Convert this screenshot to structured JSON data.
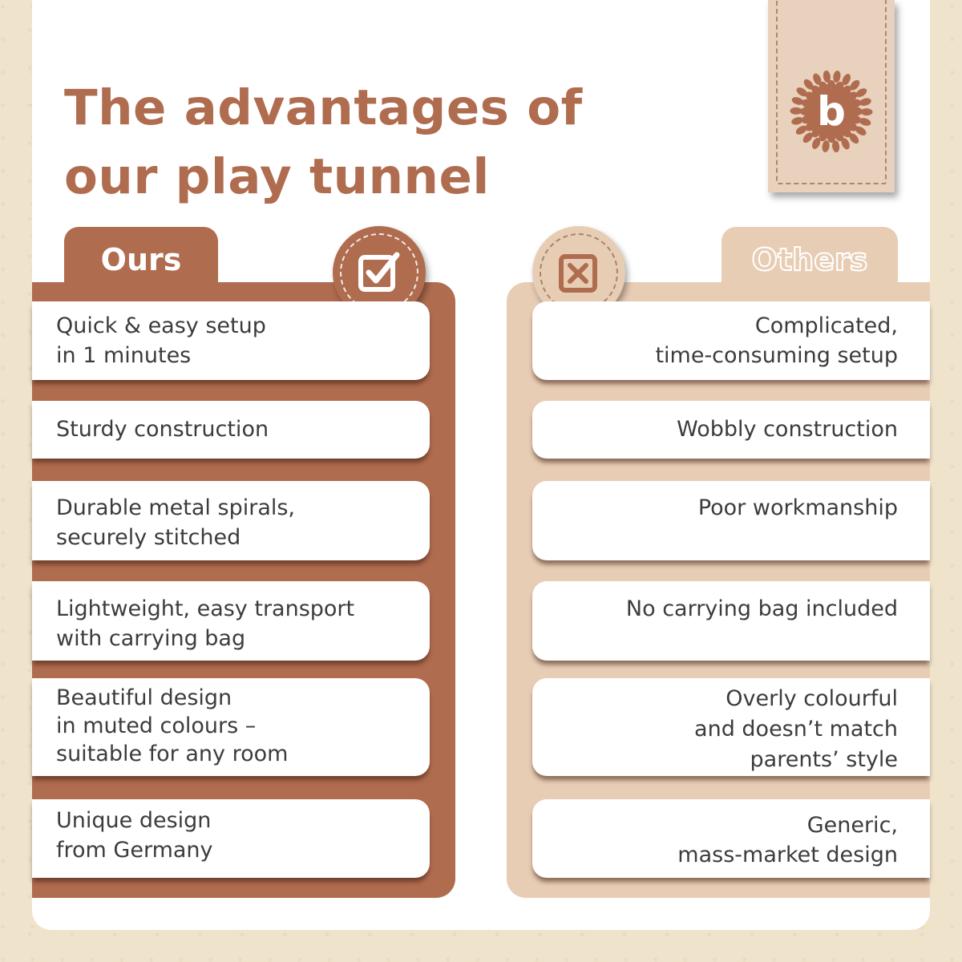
{
  "title": {
    "line1": "The advantages of",
    "line2": "our play tunnel"
  },
  "brand": {
    "logo_letter": "b"
  },
  "ours": {
    "tab_label": "Ours",
    "badge_icon": "checkbox-check-icon",
    "items": [
      {
        "line1": "Quick & easy setup",
        "line2": "in 1 minutes",
        "line3": ""
      },
      {
        "line1": "Sturdy construction",
        "line2": "",
        "line3": ""
      },
      {
        "line1": "Durable metal spirals,",
        "line2": "securely stitched",
        "line3": ""
      },
      {
        "line1": "Lightweight, easy transport",
        "line2": "with carrying bag",
        "line3": ""
      },
      {
        "line1": "Beautiful design",
        "line2": "in muted colours –",
        "line3": "suitable for any room"
      },
      {
        "line1": "Unique design",
        "line2": "from Germany",
        "line3": ""
      }
    ]
  },
  "others": {
    "tab_label": "Others",
    "badge_icon": "checkbox-cross-icon",
    "items": [
      {
        "line1": "Complicated,",
        "line2": "time-consuming setup",
        "line3": ""
      },
      {
        "line1": "Wobbly construction",
        "line2": "",
        "line3": ""
      },
      {
        "line1": "Poor workmanship",
        "line2": "",
        "line3": ""
      },
      {
        "line1": "No carrying bag included",
        "line2": "",
        "line3": ""
      },
      {
        "line1": "Overly colourful",
        "line2": "and doesn’t match",
        "line3": "parents’ style"
      },
      {
        "line1": "Generic,",
        "line2": "mass-market design",
        "line3": ""
      }
    ]
  },
  "colors": {
    "brand_brown": "#b06c4f",
    "light_tan": "#e8cdb5",
    "background": "#efe3cc",
    "text": "#3c3c3c"
  }
}
